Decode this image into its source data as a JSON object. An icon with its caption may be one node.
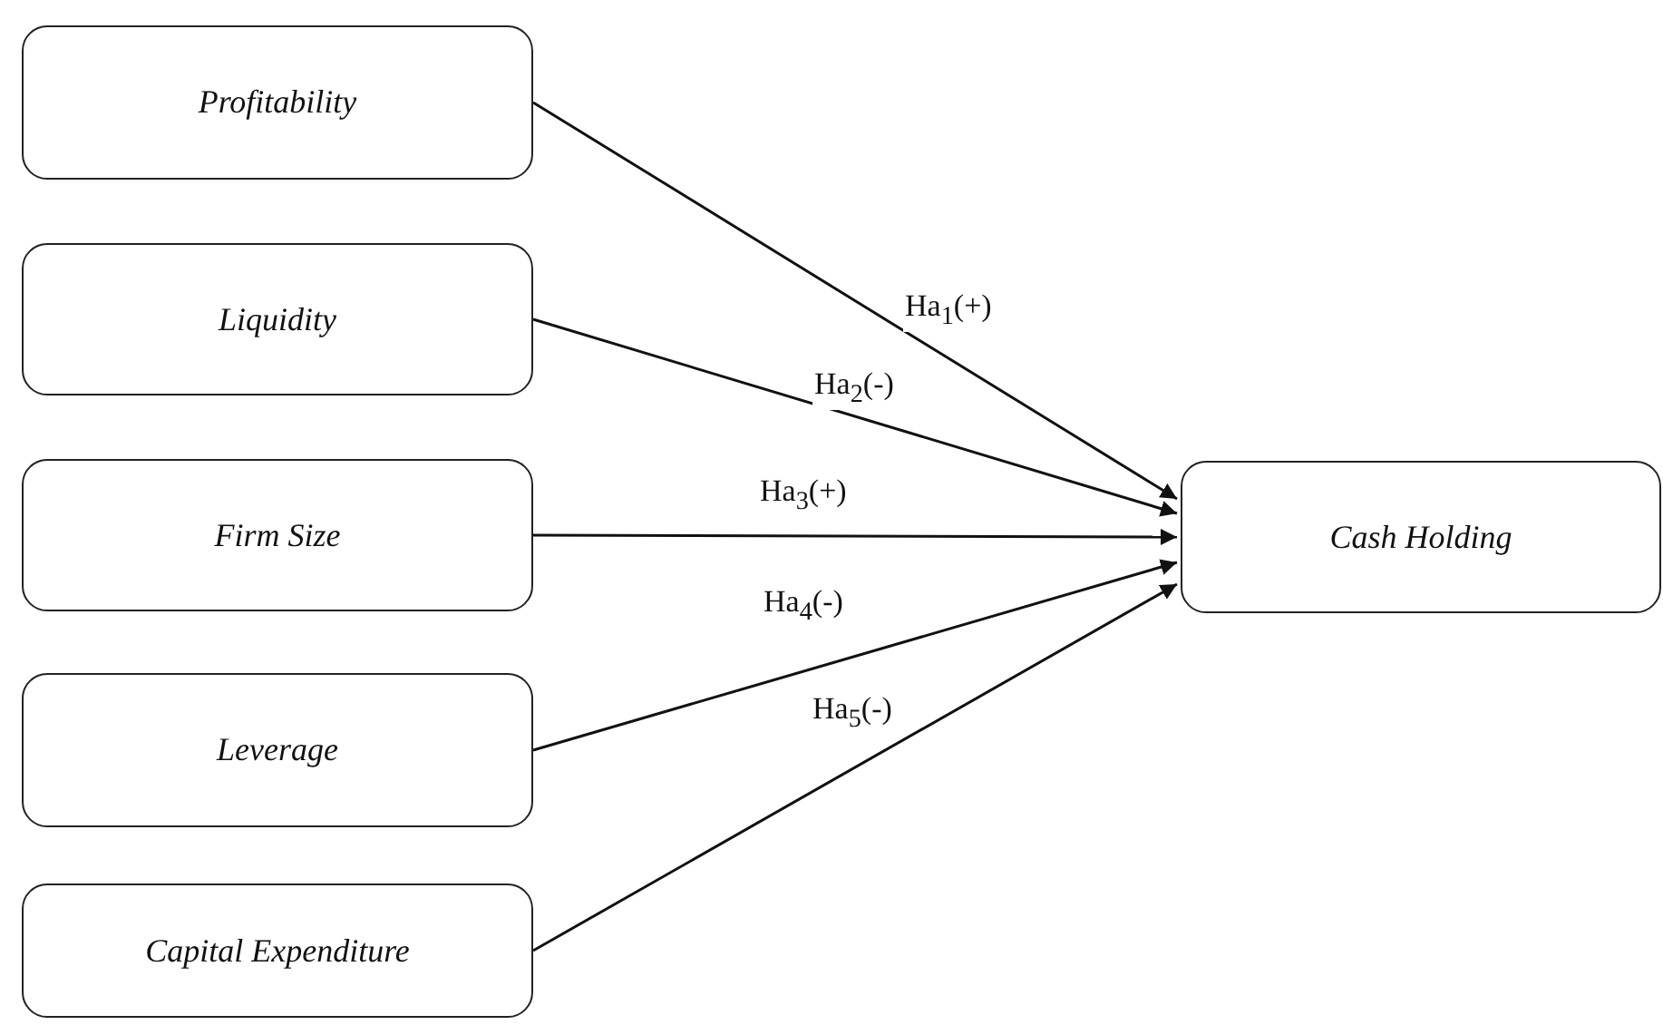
{
  "diagram": {
    "nodes": [
      {
        "text": [
          "Profitability"
        ]
      },
      {
        "text": [
          "Liquidity"
        ]
      },
      {
        "text": [
          "Firm Size"
        ]
      },
      {
        "text": [
          "Leverage"
        ]
      },
      {
        "text": [
          "Capital Expenditure"
        ]
      },
      {
        "text": [
          "Cash Holding"
        ]
      }
    ],
    "edges": [
      {
        "from": 0,
        "to": 5,
        "arrow": "to",
        "label": "Ha$_{1}$(+)"
      },
      {
        "from": 1,
        "to": 5,
        "arrow": "to",
        "label": "Ha$_{2}$(-)"
      },
      {
        "from": 2,
        "to": 5,
        "arrow": "to",
        "label": "Ha$_{3}$(+)"
      },
      {
        "from": 3,
        "to": 5,
        "arrow": "to",
        "label": "Ha$_{4}$(-)"
      },
      {
        "from": 4,
        "to": 5,
        "arrow": "to",
        "label": "Ha$_{5}$(-)"
      }
    ]
  }
}
